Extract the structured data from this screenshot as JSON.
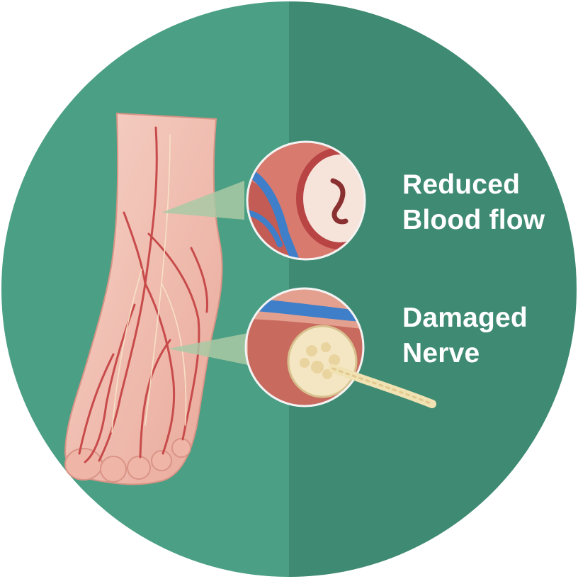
{
  "colors": {
    "circle_left": "#4a9f84",
    "circle_right": "#3f8a72",
    "skin": "#f2c1b4",
    "vessel_red": "#c84b4b",
    "vein_blue": "#3f7ec9",
    "nerve_cream": "#f1e2b3",
    "label_text": "#ffffff"
  },
  "labels": {
    "blood": {
      "line1": "Reduced",
      "line2": "Blood flow"
    },
    "nerve": {
      "line1": "Damaged",
      "line2": "Nerve"
    }
  },
  "icons": {
    "foot": "foot-anatomy-icon",
    "artery": "artery-cross-section-icon",
    "nerve": "nerve-cross-section-icon"
  }
}
